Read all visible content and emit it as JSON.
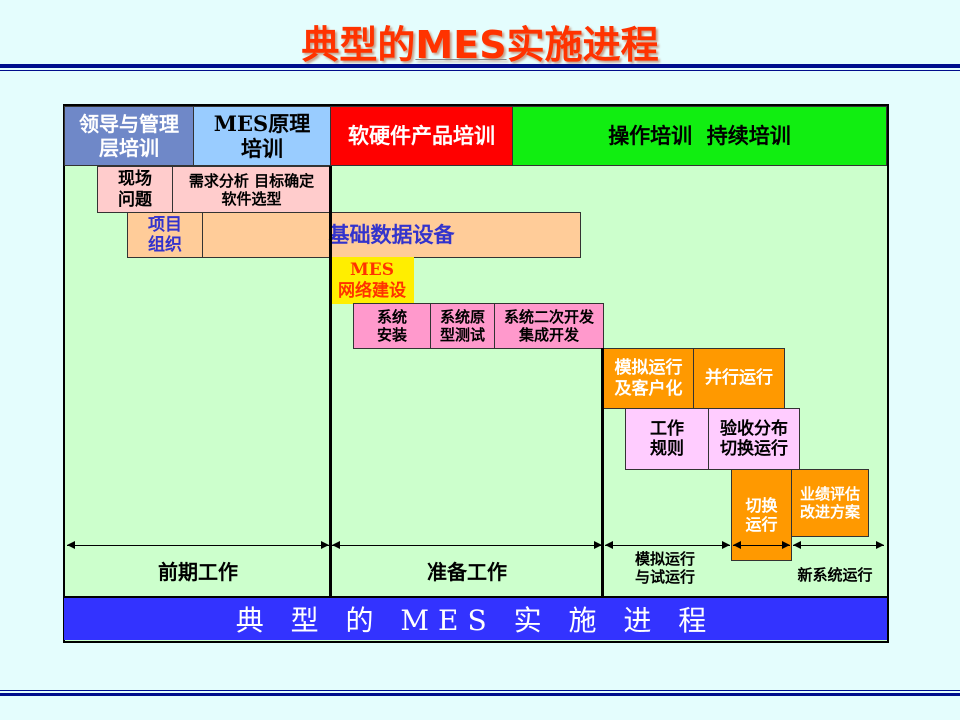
{
  "title": {
    "prefix": "典型的",
    "mes": "MES",
    "suffix": "实施进程"
  },
  "colors": {
    "title": "#ff3300",
    "bar": "#3333ff",
    "background": "#ccffcc",
    "rule": "#000d8c"
  },
  "top_row": [
    "领导与管理\n层培训",
    "MES原理\n培训",
    "软硬件产品培训",
    "操作培训  持续培训"
  ],
  "tasks": {
    "site_issues": "现场\n问题",
    "requirements": "需求分析 目标确定\n软件选型",
    "project_org": "项目\n组织",
    "base_data": "基础数据设备",
    "network": "MES\n网络建设",
    "install": "系统\n安装",
    "prototype": "系统原\n型测试",
    "secondary_dev": "系统二次开发\n集成开发",
    "simulation": "模拟运行\n及客户化",
    "parallel": "并行运行",
    "work_rules": "工作\n规则",
    "acceptance": "验收分布\n切换运行",
    "switchover": "切换\n运行",
    "evaluation": "业绩评估\n改进方案"
  },
  "phases": [
    "前期工作",
    "准备工作",
    "模拟运行\n与试运行",
    "新系统运行"
  ],
  "bottom_bar": "典 型 的 MES 实 施 进 程"
}
